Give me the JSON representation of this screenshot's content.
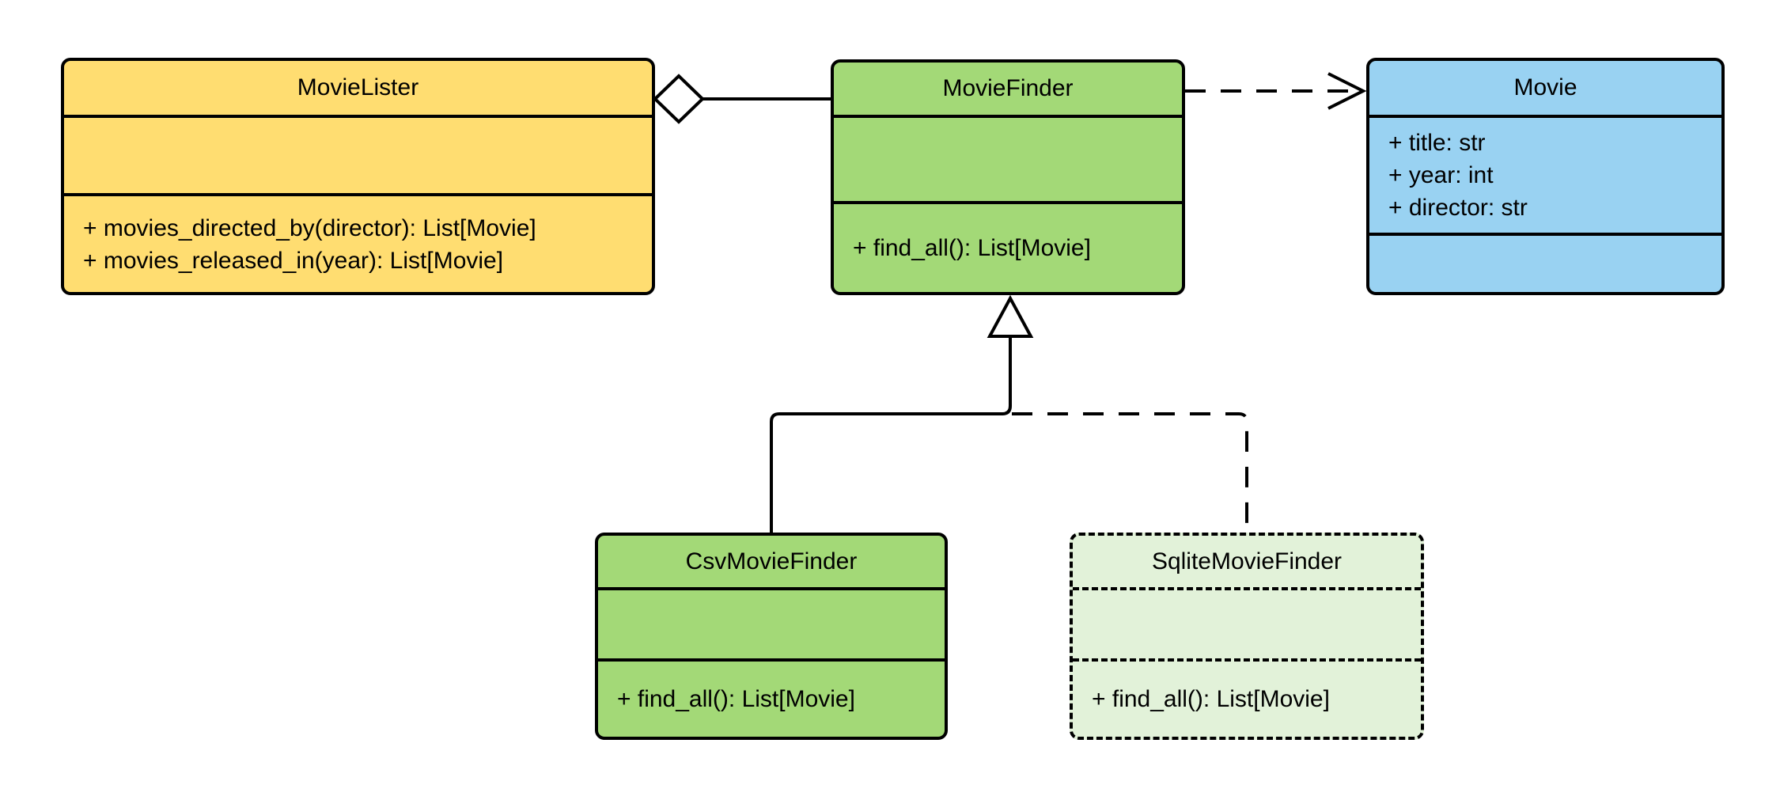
{
  "diagram": {
    "kind": "uml-class-diagram",
    "background_color": "#FFFFFF",
    "line_color": "#000000"
  },
  "colors": {
    "movie_lister_fill": "#FFDD71",
    "movie_finder_fill": "#A3D977",
    "movie_fill": "#99D2F2",
    "csv_movie_finder_fill": "#A3D977",
    "sqlite_movie_finder_fill": "#E2F2D9"
  },
  "classes": {
    "movie_lister": {
      "name": "MovieLister",
      "attributes": [],
      "methods": [
        "+ movies_directed_by(director): List[Movie]",
        "+ movies_released_in(year): List[Movie]"
      ]
    },
    "movie_finder": {
      "name": "MovieFinder",
      "attributes": [],
      "methods": [
        "+ find_all(): List[Movie]"
      ]
    },
    "movie": {
      "name": "Movie",
      "attributes": [
        "+ title: str",
        "+ year: int",
        "+ director: str"
      ],
      "methods": []
    },
    "csv_movie_finder": {
      "name": "CsvMovieFinder",
      "attributes": [],
      "methods": [
        "+ find_all(): List[Movie]"
      ]
    },
    "sqlite_movie_finder": {
      "name": "SqliteMovieFinder",
      "attributes": [],
      "methods": [
        "+ find_all(): List[Movie]"
      ]
    }
  },
  "relationships": [
    {
      "from": "MovieLister",
      "to": "MovieFinder",
      "type": "aggregation",
      "line": "solid",
      "marker": "hollow-diamond"
    },
    {
      "from": "MovieFinder",
      "to": "Movie",
      "type": "dependency",
      "line": "dashed",
      "marker": "open-arrow"
    },
    {
      "from": "CsvMovieFinder",
      "to": "MovieFinder",
      "type": "generalization",
      "line": "solid",
      "marker": "hollow-triangle"
    },
    {
      "from": "SqliteMovieFinder",
      "to": "MovieFinder",
      "type": "generalization",
      "line": "dashed",
      "marker": "hollow-triangle"
    }
  ]
}
